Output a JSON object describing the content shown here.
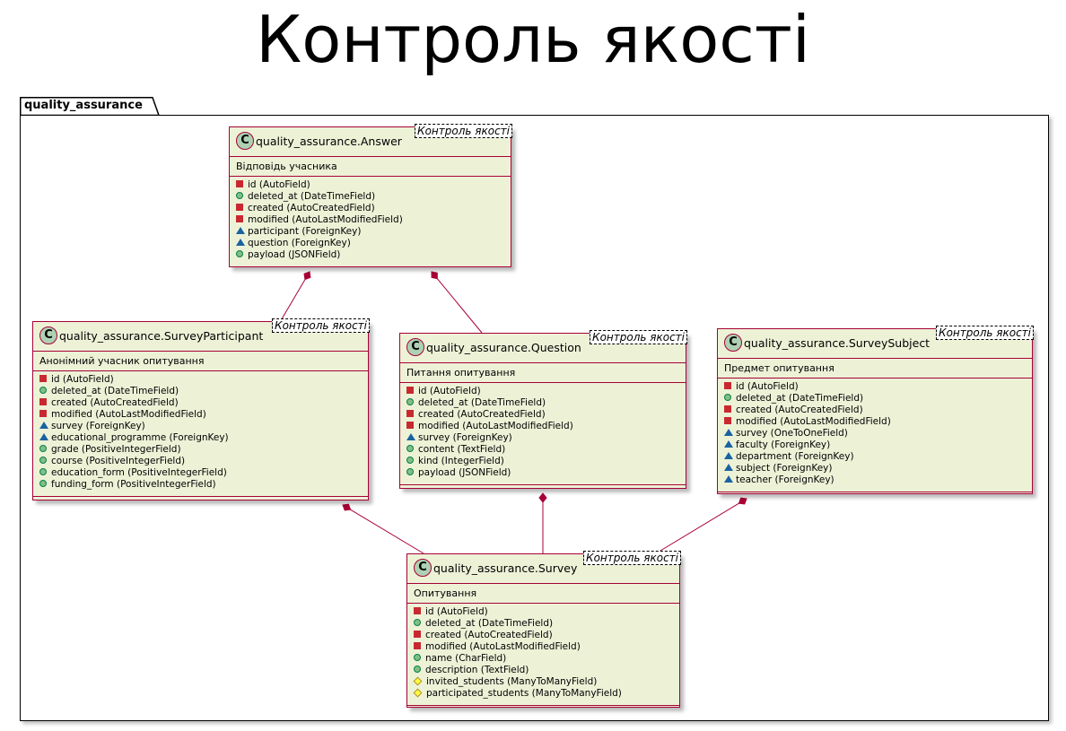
{
  "title": "Контроль якості",
  "package": {
    "name": "quality_assurance"
  },
  "colors": {
    "class_bg": "#EDF2D7",
    "class_border": "#A80036",
    "icon_bg": "#ADD1B2"
  },
  "classes": [
    {
      "id": "answer",
      "name": "quality_assurance.Answer",
      "stereotype": "Контроль якості",
      "description": "Відповідь учасника",
      "fields": [
        {
          "vis": "private",
          "text": "id (AutoField)"
        },
        {
          "vis": "public",
          "text": "deleted_at (DateTimeField)"
        },
        {
          "vis": "private",
          "text": "created (AutoCreatedField)"
        },
        {
          "vis": "private",
          "text": "modified (AutoLastModifiedField)"
        },
        {
          "vis": "package",
          "text": "participant (ForeignKey)"
        },
        {
          "vis": "package",
          "text": "question (ForeignKey)"
        },
        {
          "vis": "public",
          "text": "payload (JSONField)"
        }
      ]
    },
    {
      "id": "participant",
      "name": "quality_assurance.SurveyParticipant",
      "stereotype": "Контроль якості",
      "description": "Анонімний учасник опитування",
      "fields": [
        {
          "vis": "private",
          "text": "id (AutoField)"
        },
        {
          "vis": "public",
          "text": "deleted_at (DateTimeField)"
        },
        {
          "vis": "private",
          "text": "created (AutoCreatedField)"
        },
        {
          "vis": "private",
          "text": "modified (AutoLastModifiedField)"
        },
        {
          "vis": "package",
          "text": "survey (ForeignKey)"
        },
        {
          "vis": "package",
          "text": "educational_programme (ForeignKey)"
        },
        {
          "vis": "public",
          "text": "grade (PositiveIntegerField)"
        },
        {
          "vis": "public",
          "text": "course (PositiveIntegerField)"
        },
        {
          "vis": "public",
          "text": "education_form (PositiveIntegerField)"
        },
        {
          "vis": "public",
          "text": "funding_form (PositiveIntegerField)"
        }
      ]
    },
    {
      "id": "question",
      "name": "quality_assurance.Question",
      "stereotype": "Контроль якості",
      "description": "Питання опитування",
      "fields": [
        {
          "vis": "private",
          "text": "id (AutoField)"
        },
        {
          "vis": "public",
          "text": "deleted_at (DateTimeField)"
        },
        {
          "vis": "private",
          "text": "created (AutoCreatedField)"
        },
        {
          "vis": "private",
          "text": "modified (AutoLastModifiedField)"
        },
        {
          "vis": "package",
          "text": "survey (ForeignKey)"
        },
        {
          "vis": "public",
          "text": "content (TextField)"
        },
        {
          "vis": "public",
          "text": "kind (IntegerField)"
        },
        {
          "vis": "public",
          "text": "payload (JSONField)"
        }
      ]
    },
    {
      "id": "subject",
      "name": "quality_assurance.SurveySubject",
      "stereotype": "Контроль якості",
      "description": "Предмет опитування",
      "fields": [
        {
          "vis": "private",
          "text": "id (AutoField)"
        },
        {
          "vis": "public",
          "text": "deleted_at (DateTimeField)"
        },
        {
          "vis": "private",
          "text": "created (AutoCreatedField)"
        },
        {
          "vis": "private",
          "text": "modified (AutoLastModifiedField)"
        },
        {
          "vis": "package",
          "text": "survey (OneToOneField)"
        },
        {
          "vis": "package",
          "text": "faculty (ForeignKey)"
        },
        {
          "vis": "package",
          "text": "department (ForeignKey)"
        },
        {
          "vis": "package",
          "text": "subject (ForeignKey)"
        },
        {
          "vis": "package",
          "text": "teacher (ForeignKey)"
        }
      ]
    },
    {
      "id": "survey",
      "name": "quality_assurance.Survey",
      "stereotype": "Контроль якості",
      "description": "Опитування",
      "fields": [
        {
          "vis": "private",
          "text": "id (AutoField)"
        },
        {
          "vis": "public",
          "text": "deleted_at (DateTimeField)"
        },
        {
          "vis": "private",
          "text": "created (AutoCreatedField)"
        },
        {
          "vis": "private",
          "text": "modified (AutoLastModifiedField)"
        },
        {
          "vis": "public",
          "text": "name (CharField)"
        },
        {
          "vis": "public",
          "text": "description (TextField)"
        },
        {
          "vis": "protected",
          "text": "invited_students (ManyToManyField)"
        },
        {
          "vis": "protected",
          "text": "participated_students (ManyToManyField)"
        }
      ]
    }
  ],
  "relations": [
    {
      "from": "answer",
      "to": "participant",
      "type": "composition"
    },
    {
      "from": "answer",
      "to": "question",
      "type": "composition"
    },
    {
      "from": "participant",
      "to": "survey",
      "type": "composition"
    },
    {
      "from": "question",
      "to": "survey",
      "type": "composition"
    },
    {
      "from": "subject",
      "to": "survey",
      "type": "composition"
    }
  ]
}
